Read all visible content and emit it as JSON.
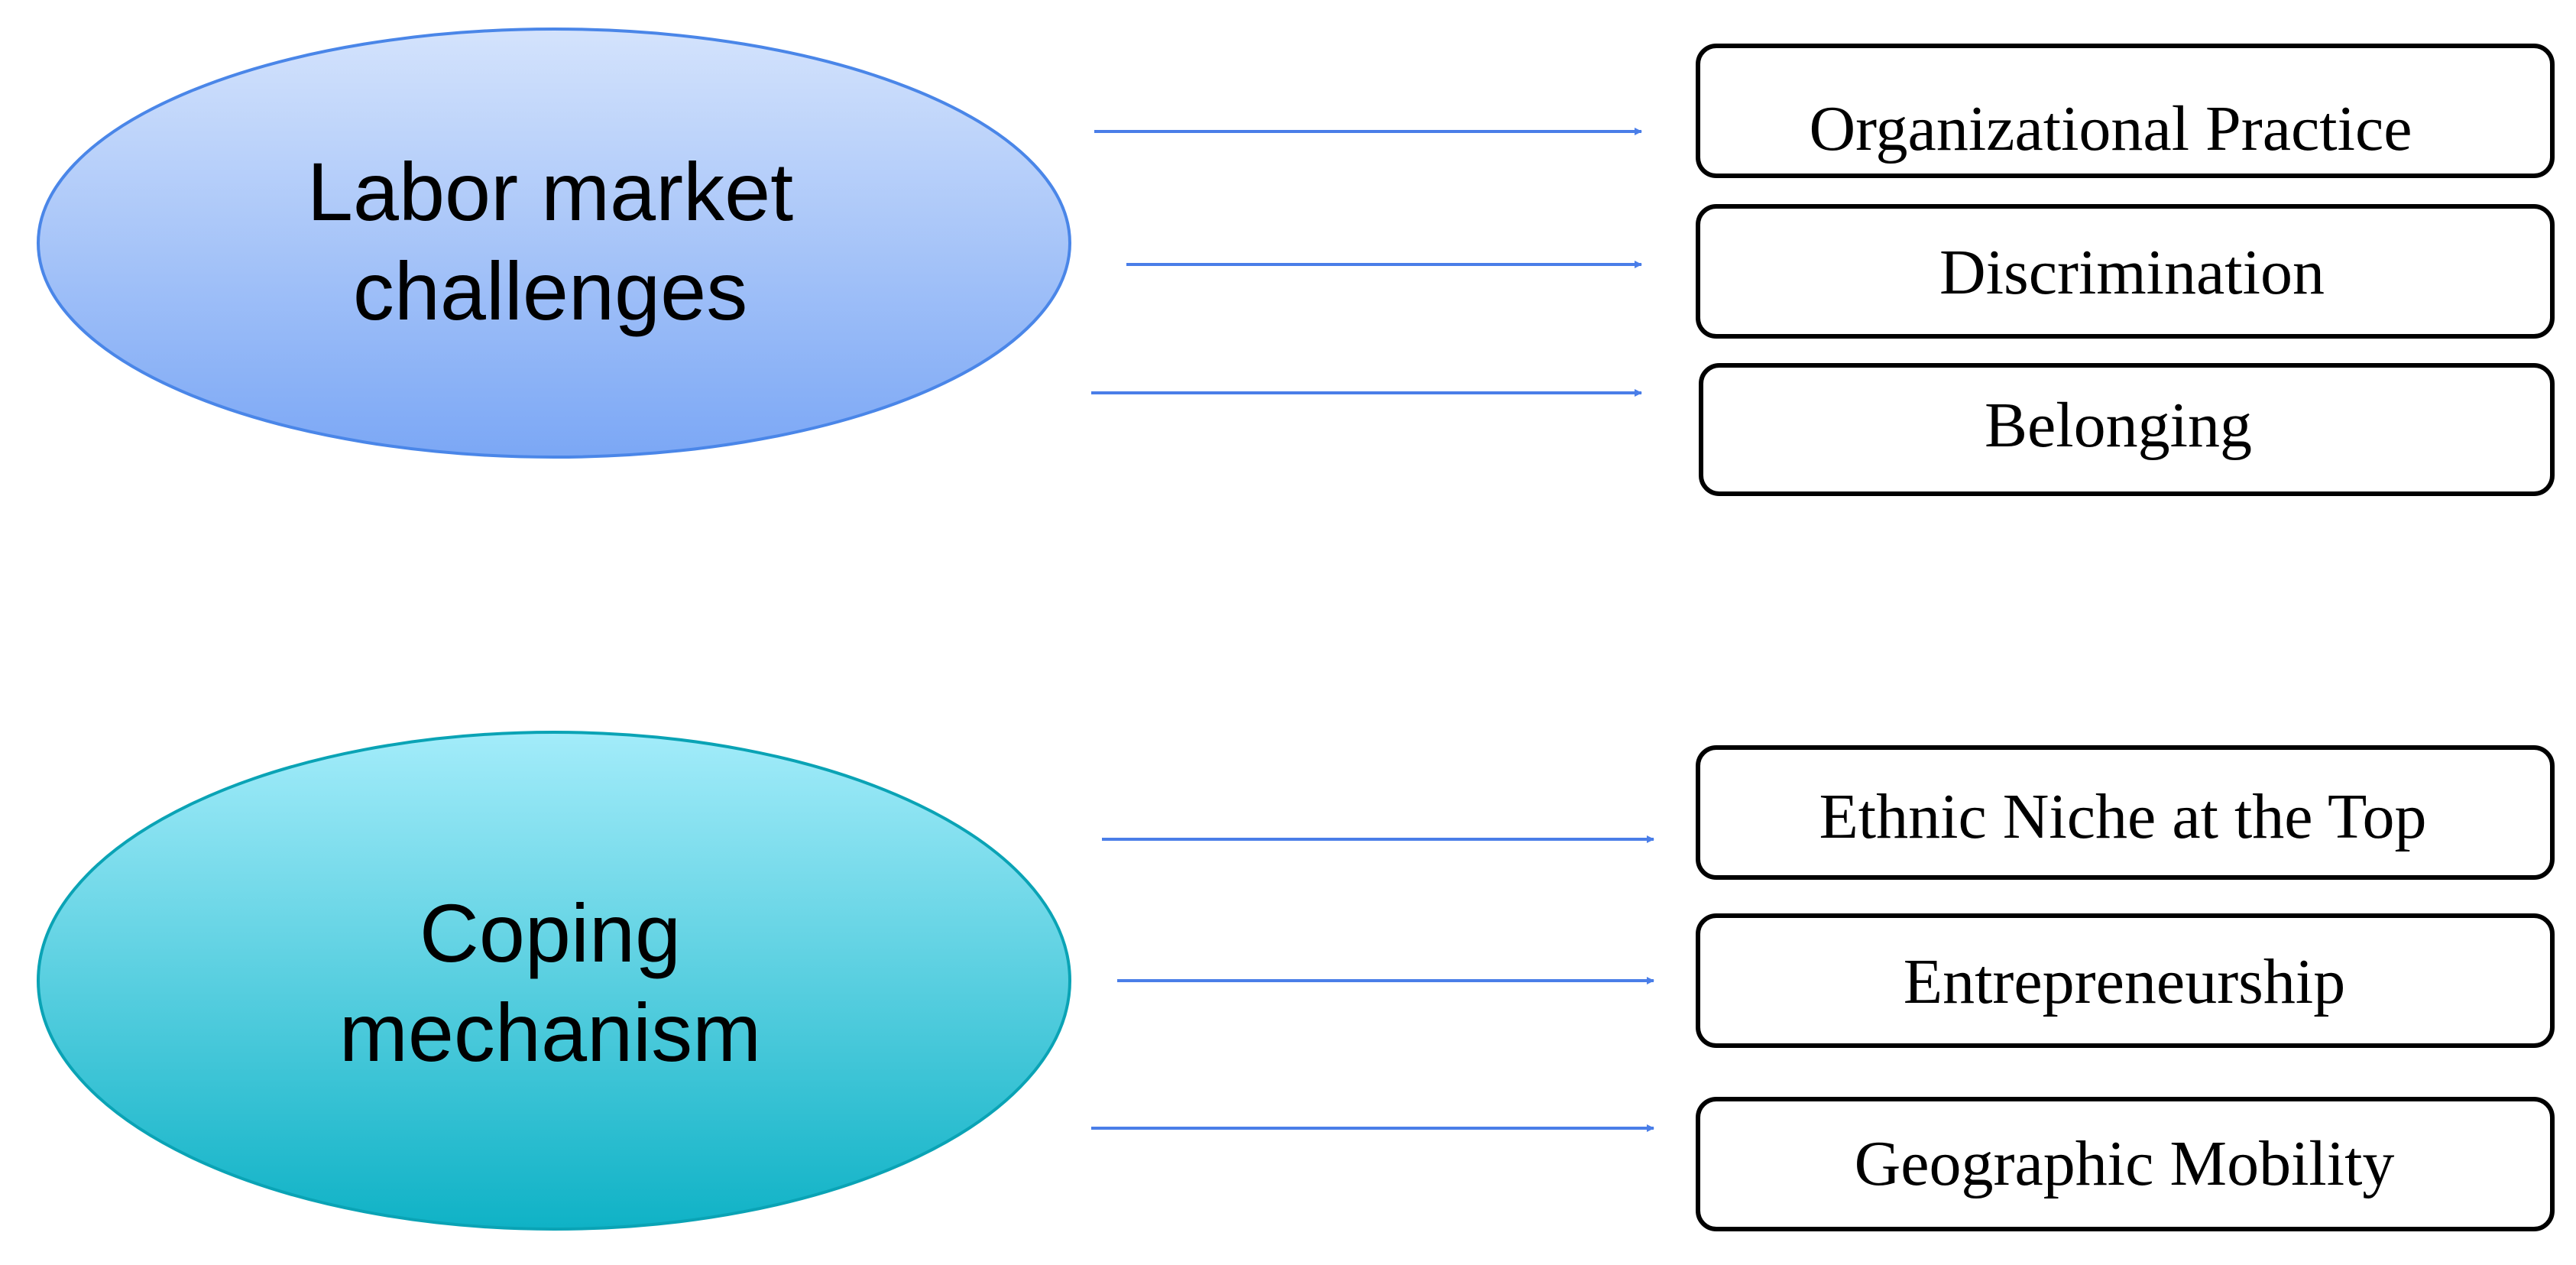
{
  "groups": [
    {
      "label_lines": [
        "Labor market",
        "challenges"
      ],
      "fill_top": "#d4e3fc",
      "fill_bottom": "#7ba7f5",
      "stroke": "#4a86e8",
      "items": [
        "Organizational Practice",
        "Discrimination",
        "Belonging"
      ]
    },
    {
      "label_lines": [
        "Coping",
        "mechanism"
      ],
      "fill_top": "#a3ecfa",
      "fill_bottom": "#0fb2c6",
      "stroke": "#0aa3b5",
      "items": [
        "Ethnic Niche at the Top",
        "Entrepreneurship",
        "Geographic Mobility"
      ]
    }
  ],
  "arrow_color": "#4a7ee8"
}
